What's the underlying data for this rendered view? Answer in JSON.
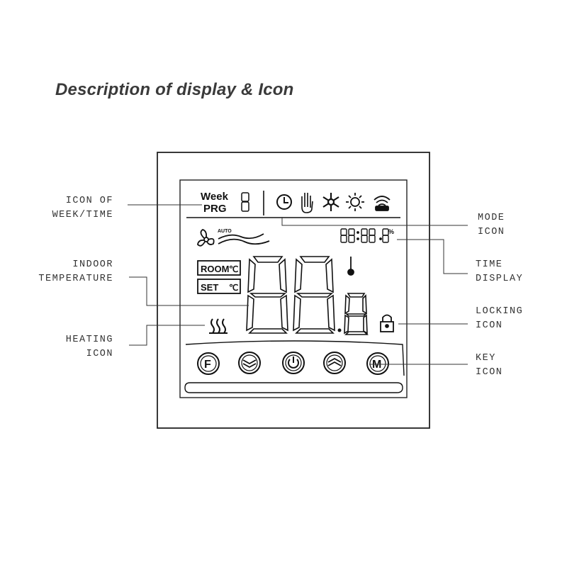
{
  "title": "Description of display & Icon",
  "labels": {
    "week_time": [
      "ICON OF",
      "WEEK/TIME"
    ],
    "indoor_temp": [
      "INDOOR",
      "TEMPERATURE"
    ],
    "heating": [
      "HEATING",
      "ICON"
    ],
    "mode": [
      "MODE",
      "ICON"
    ],
    "time_display": [
      "TIME",
      "DISPLAY"
    ],
    "locking": [
      "LOCKING",
      "ICON"
    ],
    "key": [
      "KEY",
      "ICON"
    ]
  },
  "lcd": {
    "week": "Week",
    "prg": "PRG",
    "auto": "AUTO",
    "room": "ROOM",
    "set": "SET",
    "celsius": "℃",
    "percent": "%",
    "time_digits": "88:88"
  },
  "keys": [
    {
      "name": "f-key",
      "symbol": "F"
    },
    {
      "name": "down-key",
      "symbol": "down"
    },
    {
      "name": "power-key",
      "symbol": "power"
    },
    {
      "name": "up-key",
      "symbol": "up"
    },
    {
      "name": "m-key",
      "symbol": "M"
    }
  ]
}
